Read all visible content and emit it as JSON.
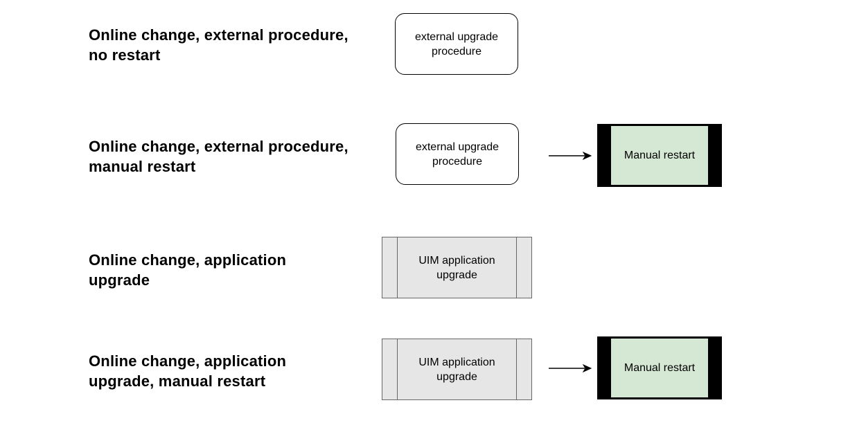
{
  "rows": [
    {
      "label": "Online change, external procedure,\nno restart",
      "step": "external  upgrade\nprocedure",
      "restart": ""
    },
    {
      "label": "Online change, external procedure,\nmanual restart",
      "step": "external  upgrade\nprocedure",
      "restart": "Manual restart"
    },
    {
      "label": "Online change, application\nupgrade",
      "step": "UIM application\nupgrade",
      "restart": ""
    },
    {
      "label": "Online change, application\nupgrade, manual restart",
      "step": "UIM application\nupgrade",
      "restart": "Manual restart"
    }
  ],
  "colors": {
    "restart_fill": "#d5e8d4",
    "restart_border": "#000000",
    "app_fill": "#e6e6e6",
    "app_border": "#666666",
    "ext_border": "#000000"
  }
}
